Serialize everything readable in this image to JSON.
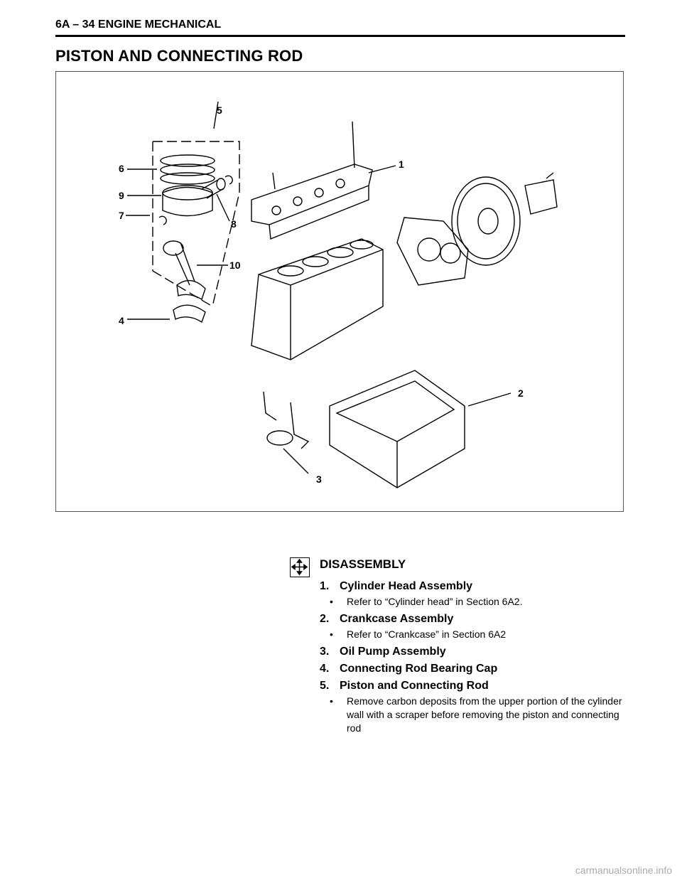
{
  "header": {
    "title": "6A – 34 ENGINE MECHANICAL"
  },
  "section": {
    "title": "PISTON AND CONNECTING ROD"
  },
  "figure": {
    "callouts": [
      "1",
      "2",
      "3",
      "4",
      "5",
      "6",
      "7",
      "8",
      "9",
      "10"
    ]
  },
  "disassembly": {
    "title": "DISASSEMBLY",
    "icon": "disassembly-arrows-icon",
    "steps": [
      {
        "num": "1.",
        "title": "Cylinder Head Assembly",
        "bullet": "Refer to “Cylinder head” in Section 6A2."
      },
      {
        "num": "2.",
        "title": "Crankcase Assembly",
        "bullet": "Refer to “Crankcase” in Section 6A2"
      },
      {
        "num": "3.",
        "title": "Oil Pump Assembly"
      },
      {
        "num": "4.",
        "title": "Connecting Rod Bearing Cap"
      },
      {
        "num": "5.",
        "title": "Piston and Connecting Rod",
        "bullet": "Remove carbon deposits from the upper portion of the cylinder wall with a scraper before removing the piston and connecting rod"
      }
    ]
  },
  "footer": {
    "watermark": "carmanualsonline.info"
  }
}
